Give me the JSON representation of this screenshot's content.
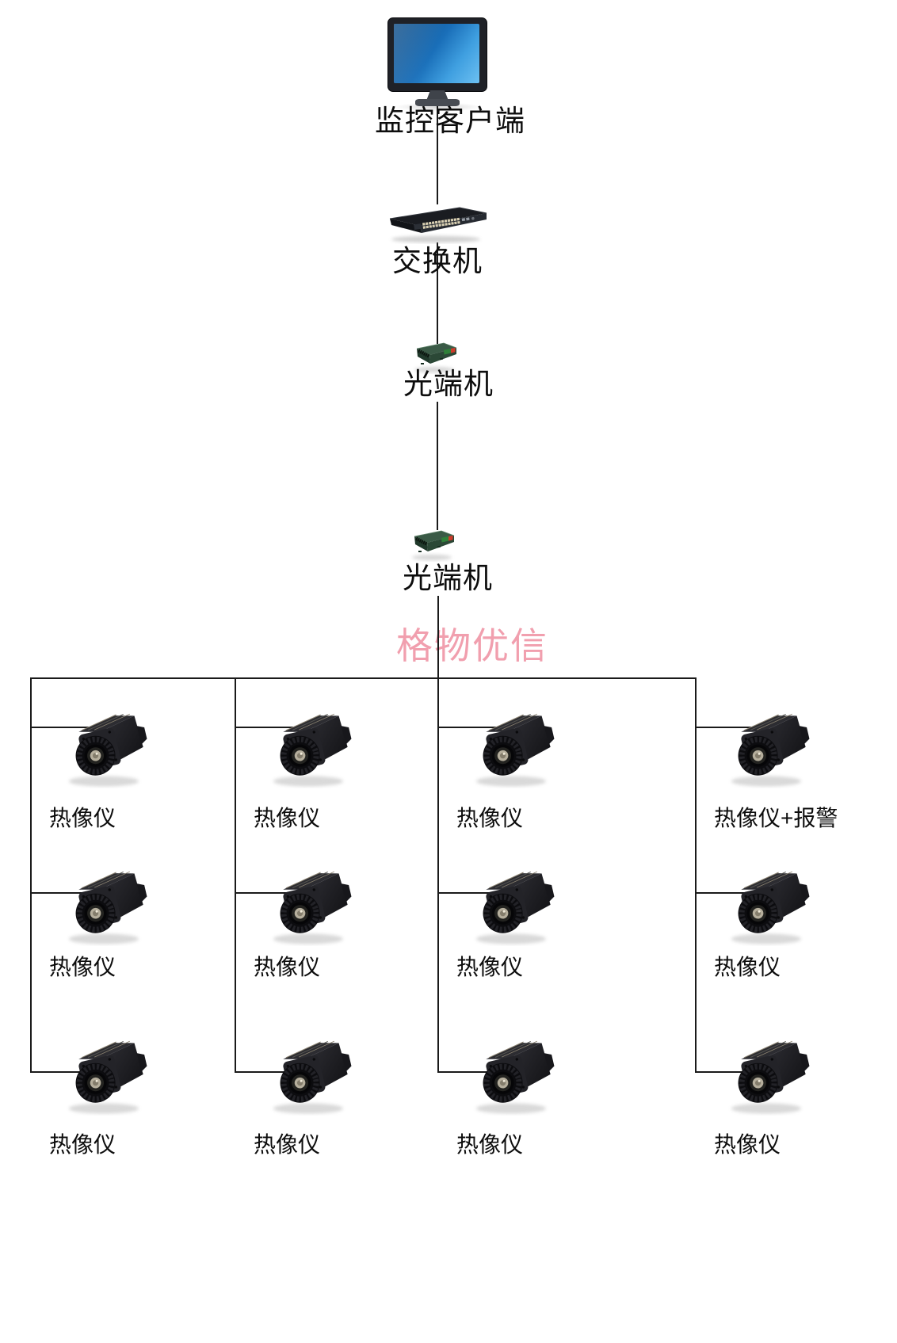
{
  "page": {
    "background": "#ffffff",
    "line_color": "#1a1a1a",
    "type": "surveillance-network-topology-diagram"
  },
  "nodes": {
    "client": {
      "label": "监控客户端",
      "icon": "monitor"
    },
    "switch": {
      "label": "交换机",
      "icon": "network-switch"
    },
    "optical_terminal_upper": {
      "label": "光端机",
      "icon": "fiber-transceiver"
    },
    "optical_terminal_lower": {
      "label": "光端机",
      "icon": "fiber-transceiver"
    }
  },
  "watermark": {
    "text": "格物优信",
    "color": "#F19FAE"
  },
  "camera_grid": {
    "camera_icon": "thermal-camera",
    "rows": 3,
    "columns": [
      {
        "cameras": [
          "热像仪",
          "热像仪",
          "热像仪"
        ]
      },
      {
        "cameras": [
          "热像仪",
          "热像仪",
          "热像仪"
        ]
      },
      {
        "cameras": [
          "热像仪",
          "热像仪",
          "热像仪"
        ]
      },
      {
        "cameras": [
          "热像仪+报警",
          "热像仪",
          "热像仪"
        ]
      }
    ]
  }
}
